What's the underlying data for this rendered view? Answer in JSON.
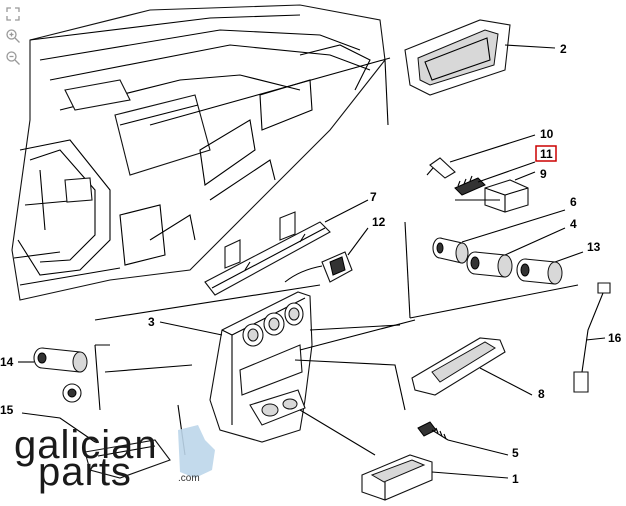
{
  "toolbar": {
    "fullscreen_icon": "fullscreen-icon",
    "zoom_in_icon": "zoom-in-icon",
    "zoom_out_icon": "zoom-out-icon"
  },
  "callouts": {
    "c1": "1",
    "c2": "2",
    "c3": "3",
    "c4": "4",
    "c5": "5",
    "c6": "6",
    "c7": "7",
    "c8": "8",
    "c9": "9",
    "c10": "10",
    "c11": "11",
    "c12": "12",
    "c13": "13",
    "c14": "14",
    "c15": "15",
    "c16": "16"
  },
  "highlight": {
    "callout": "11",
    "color": "#cc0000"
  },
  "watermark": {
    "line1": "galician",
    "line2": "parts",
    "suffix": ".com",
    "accent": "#bcd6ea"
  }
}
